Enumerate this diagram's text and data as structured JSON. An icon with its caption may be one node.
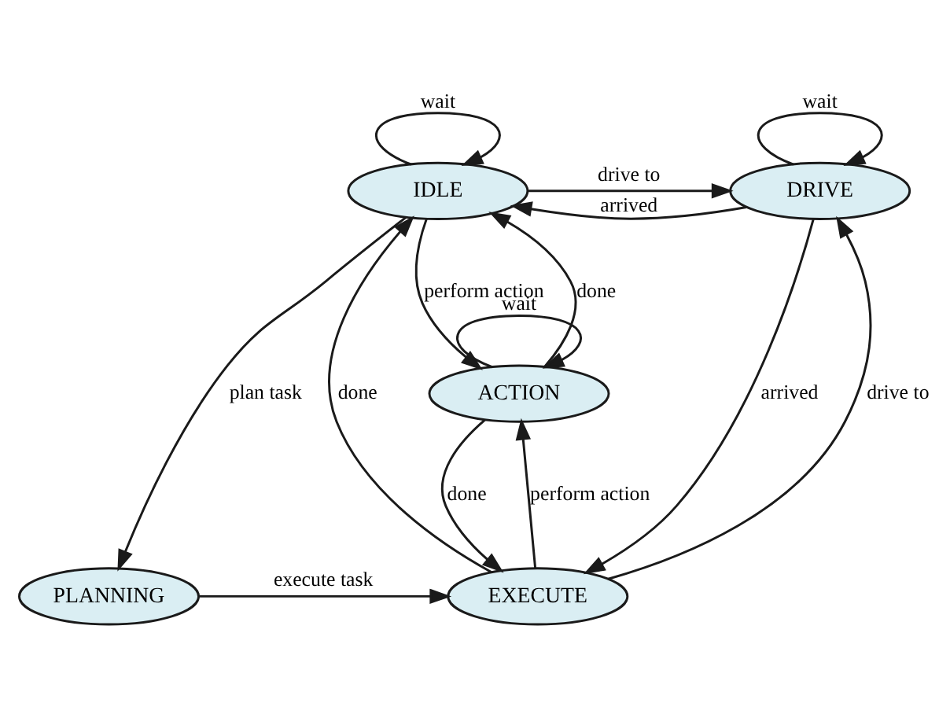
{
  "diagram": {
    "nodes": [
      {
        "text": [
          "IDLE"
        ]
      },
      {
        "text": [
          "DRIVE"
        ]
      },
      {
        "text": [
          "ACTION"
        ]
      },
      {
        "text": [
          "PLANNING"
        ]
      },
      {
        "text": [
          "EXECUTE"
        ]
      }
    ],
    "edges": [
      {
        "from": 0,
        "to": 0,
        "arrow": "to",
        "label": "wait"
      },
      {
        "from": 1,
        "to": 1,
        "arrow": "to",
        "label": "wait"
      },
      {
        "from": 0,
        "to": 1,
        "arrow": "to",
        "label": "drive to"
      },
      {
        "from": 1,
        "to": 0,
        "arrow": "to",
        "label": "arrived"
      },
      {
        "from": 2,
        "to": 2,
        "arrow": "to",
        "label": "wait"
      },
      {
        "from": 2,
        "to": 0,
        "arrow": "to",
        "label": "done"
      },
      {
        "from": 0,
        "to": 2,
        "arrow": "to",
        "label": "perform action"
      },
      {
        "from": 4,
        "to": 0,
        "arrow": "to",
        "label": "done"
      },
      {
        "from": 1,
        "to": 4,
        "arrow": "to",
        "label": "arrived"
      },
      {
        "from": 4,
        "to": 1,
        "arrow": "to",
        "label": "drive to"
      },
      {
        "from": 2,
        "to": 4,
        "arrow": "to",
        "label": "done"
      },
      {
        "from": 4,
        "to": 2,
        "arrow": "to",
        "label": "perform action"
      },
      {
        "from": 0,
        "to": 3,
        "arrow": "to",
        "label": "plan task"
      },
      {
        "from": 3,
        "to": 4,
        "arrow": "to",
        "label": "execute task"
      }
    ]
  }
}
